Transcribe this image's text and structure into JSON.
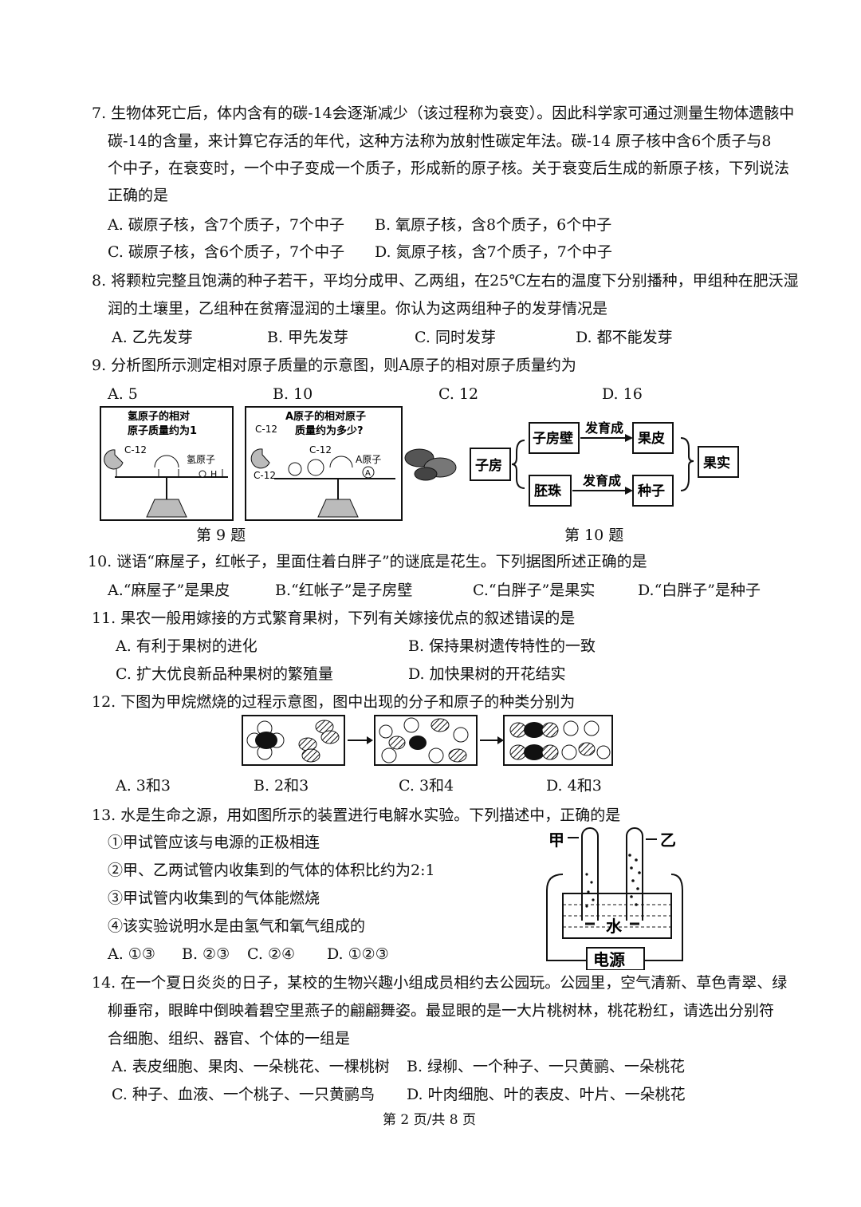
{
  "q7": {
    "lines": [
      "7. 生物体死亡后，体内含有的碳-14会逐渐减少（该过程称为衰变）。因此科学家可通过测量生物体遗骸中",
      "碳-14的含量，来计算它存活的年代，这种方法称为放射性碳定年法。碳-14 原子核中含6个质子与8",
      "个中子，在衰变时，一个中子变成一个质子，形成新的原子核。关于衰变后生成的新原子核，下列说法",
      "正确的是"
    ],
    "options": [
      "A. 碳原子核，含7个质子，7个中子",
      "B. 氧原子核，含8个质子，6个中子",
      "C. 碳原子核，含6个质子，7个中子",
      "D. 氮原子核，含7个质子，7个中子"
    ]
  },
  "q8": {
    "lines": [
      "8. 将颗粒完整且饱满的种子若干，平均分成甲、乙两组，在25℃左右的温度下分别播种，甲组种在肥沃湿",
      "润的土壤里，乙组种在贫瘠湿润的土壤里。你认为这两组种子的发芽情况是"
    ],
    "options": [
      "A. 乙先发芽",
      "B. 甲先发芽",
      "C. 同时发芽",
      "D. 都不能发芽"
    ]
  },
  "q9": {
    "stem": "9. 分析图所示测定相对原子质量的示意图，则A原子的相对原子质量约为",
    "options": [
      "A. 5",
      "B. 10",
      "C. 12",
      "D. 16"
    ],
    "panel1": {
      "title1": "氢原子的相对",
      "title2": "原子质量约为1",
      "c12": "C-12",
      "h": "氢原子",
      "hsym": "H"
    },
    "panel2": {
      "title1": "A原子的相对原子",
      "title2": "质量约为多少?",
      "c12a": "C-12",
      "c12b": "C-12",
      "c12c": "C-12",
      "a": "A原子",
      "asym": "A"
    },
    "caption": "第 9 题"
  },
  "q10fig": {
    "ovary": "子房",
    "wall": "子房壁",
    "ovule": "胚珠",
    "develop1": "发育成",
    "develop2": "发育成",
    "peel": "果皮",
    "seed": "种子",
    "fruit": "果实",
    "caption": "第 10 题"
  },
  "q10": {
    "stem": "10. 谜语“麻屋子，红帐子，里面住着白胖子”的谜底是花生。下列据图所述正确的是",
    "options": [
      "A.“麻屋子”是果皮",
      "B.“红帐子”是子房壁",
      "C.“白胖子”是果实",
      "D.“白胖子”是种子"
    ]
  },
  "q11": {
    "stem": "11. 果农一般用嫁接的方式繁育果树，下列有关嫁接优点的叙述错误的是",
    "options": [
      "A. 有利于果树的进化",
      "B. 保持果树遗传特性的一致",
      "C. 扩大优良新品种果树的繁殖量",
      "D. 加快果树的开花结实"
    ]
  },
  "q12": {
    "stem": "12. 下图为甲烷燃烧的过程示意图，图中出现的分子和原子的种类分别为",
    "options": [
      "A. 3和3",
      "B. 2和3",
      "C. 3和4",
      "D. 4和3"
    ]
  },
  "q13": {
    "stem": "13. 水是生命之源，用如图所示的装置进行电解水实验。下列描述中，正确的是",
    "items": [
      "①甲试管应该与电源的正极相连",
      "②甲、乙两试管内收集到的气体的体积比约为2:1",
      "③甲试管内收集到的气体能燃烧",
      "④该实验说明水是由氢气和氧气组成的"
    ],
    "options": [
      "A. ①③",
      "B. ②③",
      "C. ②④",
      "D. ①②③"
    ],
    "fig": {
      "jia": "甲",
      "yi": "乙",
      "water": "水",
      "power": "电源"
    }
  },
  "q14": {
    "lines": [
      "14. 在一个夏日炎炎的日子，某校的生物兴趣小组成员相约去公园玩。公园里，空气清新、草色青翠、绿",
      "柳垂帘，眼眸中倒映着碧空里燕子的翩翩舞姿。最显眼的是一大片桃树林，桃花粉红，请选出分别符",
      "合细胞、组织、器官、个体的一组是"
    ],
    "options": [
      "A. 表皮细胞、果肉、一朵桃花、一棵桃树",
      "B. 绿柳、一个种子、一只黄鹂、一朵桃花",
      "C. 种子、血液、一个桃子、一只黄鹂鸟",
      "D. 叶肉细胞、叶的表皮、叶片、一朵桃花"
    ]
  },
  "footer": "第 2 页/共 8 页"
}
